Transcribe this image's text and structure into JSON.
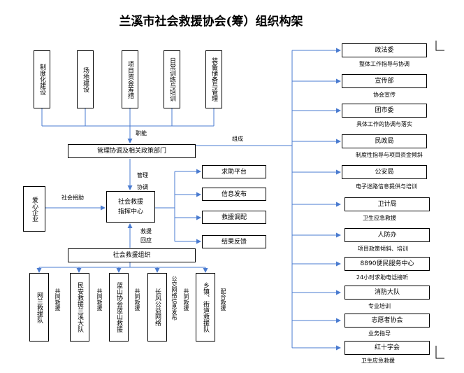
{
  "title": "兰溪市社会救援协会(筹）组织构架",
  "top_boxes": [
    "制度化建设",
    "场地建设",
    "项目资金筹措",
    "日常训练与培训",
    "装备储备与管理"
  ],
  "labels": {
    "zhineng": "职能",
    "zucheng": "组成",
    "guanli_xietiao": "管理\n协调",
    "shehui_juanzhu": "社会捐助",
    "jiuyuan_huiying": "救援\n回应"
  },
  "mgmt_bar": "管理协调及相关政策部门",
  "org_bar": "社会救援组织",
  "center": "社会救援\n指挥中心",
  "aixin": "爱心企业",
  "platform": [
    "求助平台",
    "信息发布",
    "救援调配",
    "结果反馈"
  ],
  "teams": [
    {
      "name": "网兰救援队",
      "role": "共同救援"
    },
    {
      "name": "民安救援兰溪大队",
      "role": "共同救援"
    },
    {
      "name": "蓝山协会蓝山救援",
      "role": "共同救援"
    },
    {
      "name": "长风公益网络",
      "role": "共同救援"
    },
    {
      "name": "公交网络信息发布",
      "role": "共同救援"
    },
    {
      "name": "乡镇、街道救援队",
      "role": "配合救援"
    }
  ],
  "depts": [
    {
      "name": "政法委",
      "desc": "整体工作指导与协调"
    },
    {
      "name": "宣传部",
      "desc": "协会宣传"
    },
    {
      "name": "团市委",
      "desc": "具体工作的协调与落实"
    },
    {
      "name": "民政局",
      "desc": "制度性指导与项目资金倾斜"
    },
    {
      "name": "公安局",
      "desc": "电子迷路信息提供与培训"
    },
    {
      "name": "卫计局",
      "desc": "卫生应急救援"
    },
    {
      "name": "人防办",
      "desc": "项目政策倾斜、培训"
    },
    {
      "name": "8890便民服务中心",
      "desc": "24小时求助电话接听"
    },
    {
      "name": "消防大队",
      "desc": "专业培训"
    },
    {
      "name": "志愿者协会",
      "desc": "业务指导"
    },
    {
      "name": "红十字会",
      "desc": "卫生应急救援"
    }
  ]
}
